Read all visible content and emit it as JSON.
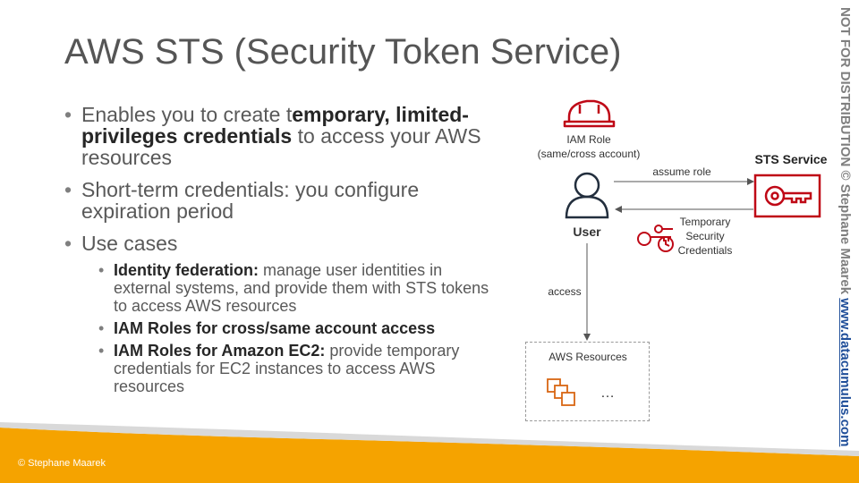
{
  "title": "AWS STS (Security Token Service)",
  "bullets": {
    "b1_pre": "Enables you to create t",
    "b1_bold": "emporary, limited-privileges credentials",
    "b1_post": " to access your AWS resources",
    "b2": "Short-term credentials: you configure expiration period",
    "b3": "Use cases",
    "sub1_bold": "Identity federation:",
    "sub1_text": " manage user identities in external systems, and provide them with STS tokens to access AWS resources",
    "sub2_bold": "IAM Roles for cross/same account access",
    "sub3_bold": "IAM Roles for Amazon EC2:",
    "sub3_text": " provide temporary credentials for EC2 instances to access AWS resources"
  },
  "diagram": {
    "iam_role_line1": "IAM Role",
    "iam_role_line2": "(same/cross account)",
    "user": "User",
    "sts_service": "STS Service",
    "assume_role": "assume role",
    "temp_line1": "Temporary",
    "temp_line2": "Security",
    "temp_line3": "Credentials",
    "access": "access",
    "aws_resources": "AWS Resources",
    "ellipsis": "…",
    "icons": [
      "hard-hat-icon",
      "user-icon",
      "key-icon",
      "credentials-icon",
      "resources-icon"
    ],
    "colors": {
      "aws_red": "#bf0816",
      "resource_orange": "#d86613",
      "footer_orange": "#f5a300"
    }
  },
  "watermark": {
    "text": "NOT FOR DISTRIBUTION © Stephane Maarek ",
    "link": "www.datacumulus.com"
  },
  "footer": "© Stephane Maarek"
}
